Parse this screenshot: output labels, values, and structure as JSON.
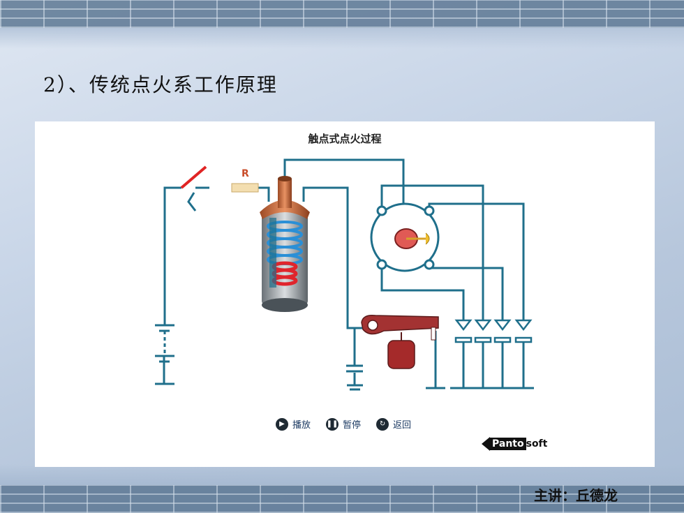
{
  "slide": {
    "title": "2）、传统点火系工作原理",
    "presenter": "主讲：丘德龙"
  },
  "panel": {
    "title": "触点式点火过程",
    "resistor_label": "R"
  },
  "controls": {
    "play": {
      "label": "播放",
      "icon": "play-icon"
    },
    "pause": {
      "label": "暂停",
      "icon": "pause-icon"
    },
    "back": {
      "label": "返回",
      "icon": "back-icon"
    }
  },
  "brand": {
    "box": "Panto",
    "rest": "soft"
  },
  "colors": {
    "wire": "#1f6f8b",
    "switch_red": "#e02424",
    "coil_copper": "#c8683a",
    "coil_blue": "#2a8fd6",
    "coil_red": "#e0242c",
    "cam_red": "#b43a3a"
  }
}
